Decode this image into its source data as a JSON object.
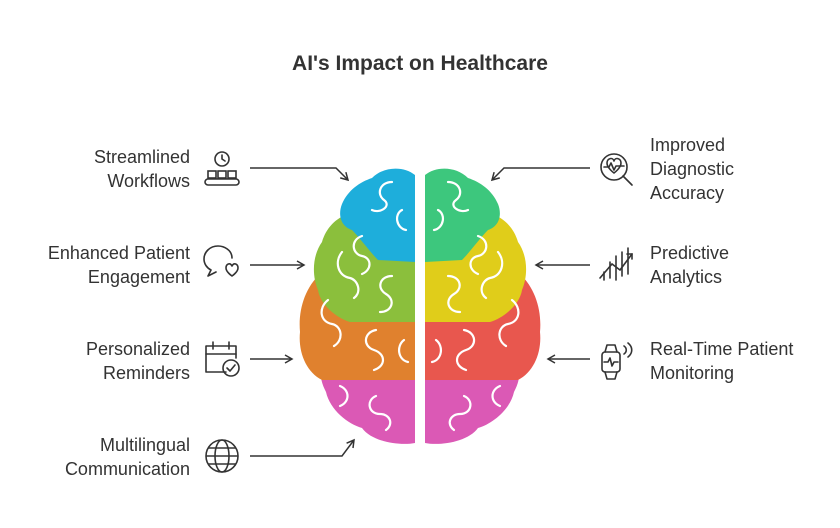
{
  "title": "AI's Impact on Healthcare",
  "left_items": [
    {
      "text": "Streamlined\nWorkflows",
      "icon": "conveyor-clock-icon"
    },
    {
      "text": "Enhanced Patient\nEngagement",
      "icon": "chat-heart-icon"
    },
    {
      "text": "Personalized\nReminders",
      "icon": "calendar-check-icon"
    },
    {
      "text": "Multilingual\nCommunication",
      "icon": "globe-icon"
    }
  ],
  "right_items": [
    {
      "text": "Improved\nDiagnostic\nAccuracy",
      "icon": "heart-magnifier-icon"
    },
    {
      "text": "Predictive\nAnalytics",
      "icon": "trend-chart-icon"
    },
    {
      "text": "Real-Time Patient\nMonitoring",
      "icon": "smartwatch-icon"
    }
  ],
  "colors": {
    "blue": "#1eaedb",
    "green": "#3dc77d",
    "lime": "#8bbf3c",
    "yellow": "#e0cd1a",
    "orange": "#e0812e",
    "red": "#e8574e",
    "pink": "#db59b5",
    "text": "#333333"
  }
}
